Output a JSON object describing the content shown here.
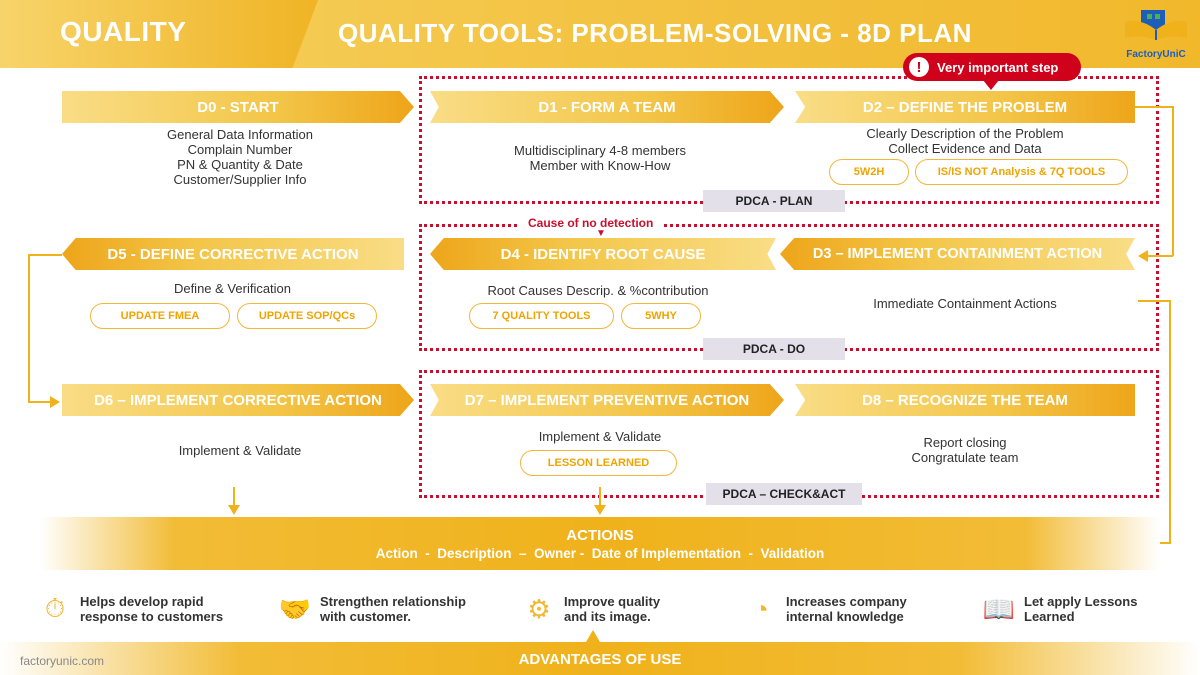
{
  "header": {
    "left_title": "QUALITY",
    "title": "QUALITY TOOLS: PROBLEM-SOLVING - 8D PLAN",
    "logo_text": "FactoryUniC"
  },
  "callouts": {
    "important": "Very important step",
    "no_detection": "Cause of no detection"
  },
  "steps": {
    "d0": {
      "title": "D0 - START",
      "lines": [
        "General Data Information",
        "Complain Number",
        "PN & Quantity & Date",
        "Customer/Supplier Info"
      ]
    },
    "d1": {
      "title": "D1 - FORM A TEAM",
      "lines": [
        "Multidisciplinary 4-8 members",
        "Member with Know-How"
      ]
    },
    "d2": {
      "title": "D2 – DEFINE THE PROBLEM",
      "lines": [
        "Clearly Description of the Problem",
        "Collect Evidence and Data"
      ],
      "tools": [
        "5W2H",
        "IS/IS NOT Analysis & 7Q TOOLS"
      ]
    },
    "d3": {
      "title": "D3 – IMPLEMENT CONTAINMENT ACTION",
      "lines": [
        "Immediate Containment Actions"
      ]
    },
    "d4": {
      "title": "D4 - IDENTIFY ROOT CAUSE",
      "lines": [
        "Root Causes  Descrip. & %contribution"
      ],
      "tools": [
        "7 QUALITY TOOLS",
        "5WHY"
      ]
    },
    "d5": {
      "title": "D5 - DEFINE CORRECTIVE ACTION",
      "lines": [
        "Define &  Verification"
      ],
      "tools": [
        "UPDATE FMEA",
        "UPDATE SOP/QCs"
      ]
    },
    "d6": {
      "title": "D6 – IMPLEMENT CORRECTIVE ACTION",
      "lines": [
        "Implement & Validate"
      ]
    },
    "d7": {
      "title": "D7 – IMPLEMENT PREVENTIVE ACTION",
      "lines": [
        "Implement & Validate"
      ],
      "tools": [
        "LESSON LEARNED"
      ]
    },
    "d8": {
      "title": "D8 – RECOGNIZE THE TEAM",
      "lines": [
        "Report closing",
        "Congratulate team"
      ]
    }
  },
  "pdca": [
    "PDCA - PLAN",
    "PDCA - DO",
    "PDCA – CHECK&ACT"
  ],
  "actions": {
    "title": "ACTIONS",
    "fields": "Action  -  Description  –  Owner -  Date of Implementation  -  Validation"
  },
  "advantages": [
    {
      "icon": "stopwatch-icon",
      "lines": [
        "Helps develop rapid",
        "response to customers"
      ]
    },
    {
      "icon": "handshake-icon",
      "lines": [
        "Strengthen relationship",
        "with customer."
      ]
    },
    {
      "icon": "gear-wrench-icon",
      "lines": [
        "Improve quality",
        "and its image."
      ]
    },
    {
      "icon": "knowledge-icon",
      "lines": [
        "Increases company",
        "internal knowledge"
      ]
    },
    {
      "icon": "reader-icon",
      "lines": [
        "Let apply Lessons",
        "Learned"
      ]
    }
  ],
  "footer": {
    "site": "factoryunic.com",
    "label": "ADVANTAGES OF USE"
  },
  "colors": {
    "accent": "#f0b21b",
    "alert": "#c8102e"
  }
}
